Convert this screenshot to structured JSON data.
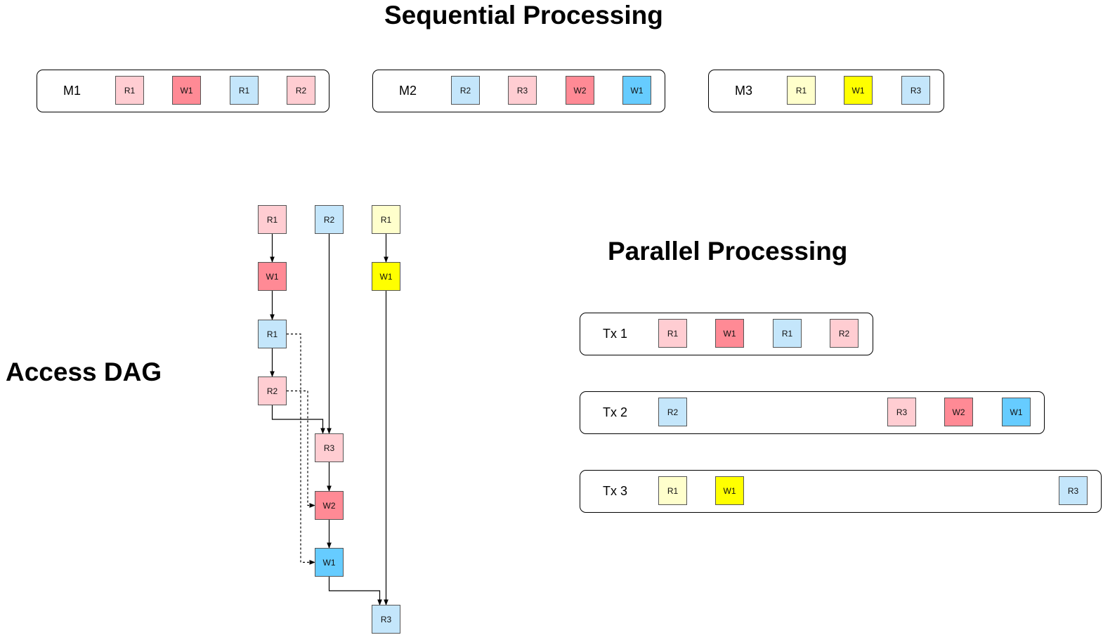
{
  "titles": {
    "sequential": "Sequential Processing",
    "parallel": "Parallel Processing",
    "dag": "Access DAG"
  },
  "colors": {
    "read_pink": "#ffcdd2",
    "write_red": "#ff8a95",
    "read_blue": "#c4e6fb",
    "write_blue": "#66ccff",
    "read_yellow": "#ffffcc",
    "write_yellow": "#ffff00"
  },
  "sequential": {
    "lanes": [
      {
        "label": "M1",
        "ops": [
          {
            "label": "R1",
            "color": "#ffcdd2"
          },
          {
            "label": "W1",
            "color": "#ff8a95"
          },
          {
            "label": "R1",
            "color": "#c4e6fb"
          },
          {
            "label": "R2",
            "color": "#ffcdd2"
          }
        ]
      },
      {
        "label": "M2",
        "ops": [
          {
            "label": "R2",
            "color": "#c4e6fb"
          },
          {
            "label": "R3",
            "color": "#ffcdd2"
          },
          {
            "label": "W2",
            "color": "#ff8a95"
          },
          {
            "label": "W1",
            "color": "#66ccff"
          }
        ]
      },
      {
        "label": "M3",
        "ops": [
          {
            "label": "R1",
            "color": "#ffffcc"
          },
          {
            "label": "W1",
            "color": "#ffff00"
          },
          {
            "label": "R3",
            "color": "#c4e6fb"
          }
        ]
      }
    ]
  },
  "parallel": {
    "lanes": [
      {
        "label": "Tx 1",
        "ops": [
          {
            "label": "R1",
            "color": "#ffcdd2"
          },
          {
            "label": "W1",
            "color": "#ff8a95"
          },
          {
            "label": "R1",
            "color": "#c4e6fb"
          },
          {
            "label": "R2",
            "color": "#ffcdd2"
          }
        ]
      },
      {
        "label": "Tx 2",
        "ops": [
          {
            "label": "R2",
            "color": "#c4e6fb"
          },
          {
            "label": "R3",
            "color": "#ffcdd2"
          },
          {
            "label": "W2",
            "color": "#ff8a95"
          },
          {
            "label": "W1",
            "color": "#66ccff"
          }
        ]
      },
      {
        "label": "Tx 3",
        "ops": [
          {
            "label": "R1",
            "color": "#ffffcc"
          },
          {
            "label": "W1",
            "color": "#ffff00"
          },
          {
            "label": "R3",
            "color": "#c4e6fb"
          }
        ]
      }
    ]
  },
  "dag": {
    "nodes": [
      {
        "id": "a_r1",
        "label": "R1",
        "color": "#ffcdd2"
      },
      {
        "id": "a_w1",
        "label": "W1",
        "color": "#ff8a95"
      },
      {
        "id": "a_r1b",
        "label": "R1",
        "color": "#c4e6fb"
      },
      {
        "id": "a_r2",
        "label": "R2",
        "color": "#ffcdd2"
      },
      {
        "id": "b_r2",
        "label": "R2",
        "color": "#c4e6fb"
      },
      {
        "id": "b_r3",
        "label": "R3",
        "color": "#ffcdd2"
      },
      {
        "id": "b_w2",
        "label": "W2",
        "color": "#ff8a95"
      },
      {
        "id": "b_w1",
        "label": "W1",
        "color": "#66ccff"
      },
      {
        "id": "c_r1",
        "label": "R1",
        "color": "#ffffcc"
      },
      {
        "id": "c_w1",
        "label": "W1",
        "color": "#ffff00"
      },
      {
        "id": "c_r3",
        "label": "R3",
        "color": "#c4e6fb"
      }
    ],
    "edges": [
      {
        "from": "a_r1",
        "to": "a_w1",
        "style": "solid"
      },
      {
        "from": "a_w1",
        "to": "a_r1b",
        "style": "solid"
      },
      {
        "from": "a_r1b",
        "to": "a_r2",
        "style": "solid"
      },
      {
        "from": "a_r2",
        "to": "b_r3",
        "style": "solid"
      },
      {
        "from": "b_r2",
        "to": "b_r3",
        "style": "solid"
      },
      {
        "from": "b_r3",
        "to": "b_w2",
        "style": "solid"
      },
      {
        "from": "b_w2",
        "to": "b_w1",
        "style": "solid"
      },
      {
        "from": "b_w1",
        "to": "c_r3",
        "style": "solid"
      },
      {
        "from": "c_r1",
        "to": "c_w1",
        "style": "solid"
      },
      {
        "from": "c_w1",
        "to": "c_r3",
        "style": "solid"
      },
      {
        "from": "a_r1b",
        "to": "b_w1",
        "style": "dashed"
      },
      {
        "from": "a_r2",
        "to": "b_w2",
        "style": "dashed"
      }
    ]
  }
}
